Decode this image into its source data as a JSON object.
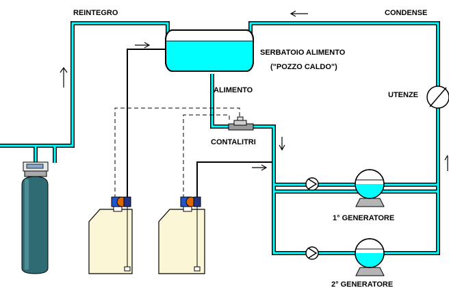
{
  "labels": {
    "reintegro": "REINTEGRO",
    "condense": "CONDENSE",
    "serbatoio_line1": "SERBATOIO ALIMENTO",
    "serbatoio_line2": "(\"POZZO CALDO\")",
    "alimento": "ALIMENTO",
    "utenze": "UTENZE",
    "contalitri": "CONTALITRI",
    "generatore_1": "1° GENERATORE",
    "generatore_2": "2° GENERATORE"
  },
  "colors": {
    "water": "#00ffff",
    "tank_liquid": "#00ffff",
    "softener": "#2e6b73",
    "chem_tank": "#fbf7d6",
    "pump_blue": "#2255cc",
    "pump_orange": "#dd6600",
    "base_gray": "#b5b5b5"
  },
  "icons": {
    "softener": "water-softener-icon",
    "meter": "water-meter-icon",
    "valve": "check-valve-icon",
    "pump": "circulator-pump-icon",
    "gauge": "gauge-icon"
  }
}
